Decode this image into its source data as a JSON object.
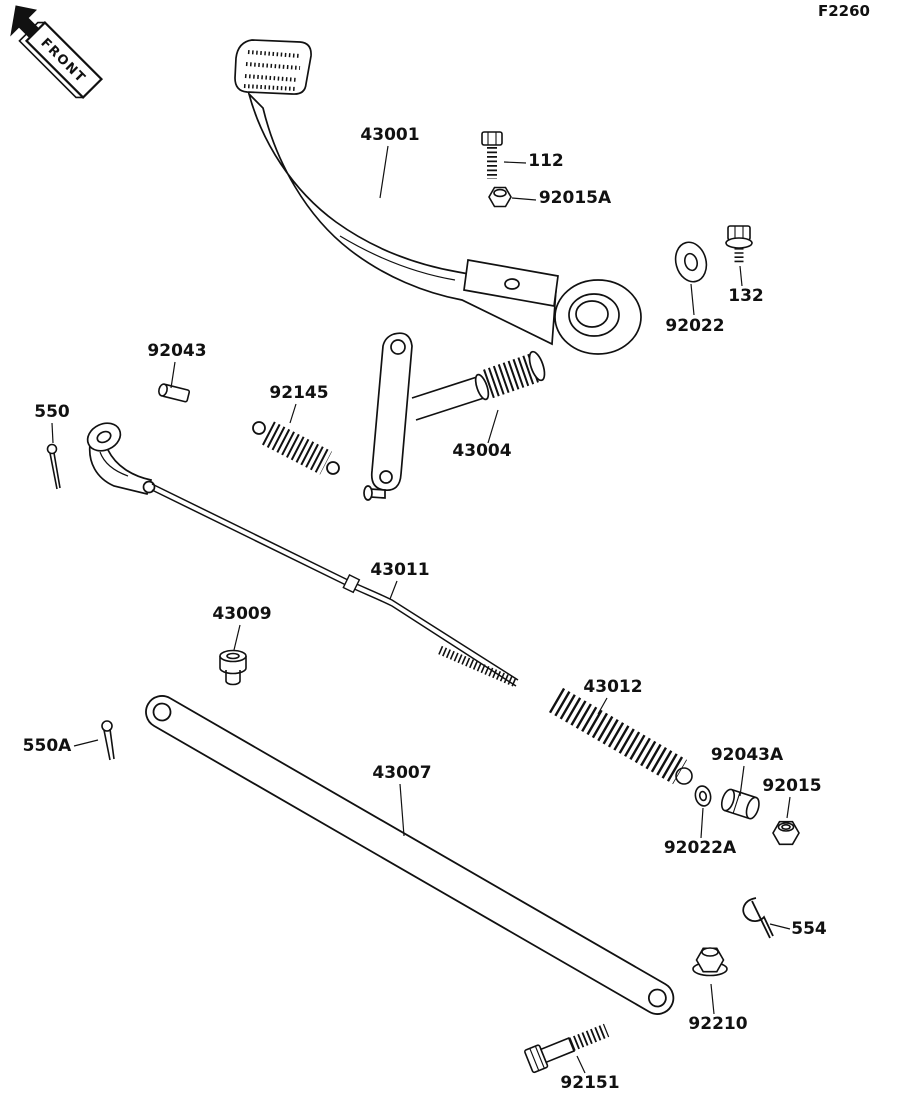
{
  "figure": {
    "code": "F2260",
    "orientation_label": "FRONT"
  },
  "part_labels": {
    "43001": "43001",
    "112": "112",
    "92015A": "92015A",
    "132": "132",
    "92022": "92022",
    "92043": "92043",
    "550": "550",
    "92145": "92145",
    "43004": "43004",
    "43011": "43011",
    "43009": "43009",
    "43012": "43012",
    "550A": "550A",
    "43007": "43007",
    "92043A": "92043A",
    "92015": "92015",
    "92022A": "92022A",
    "554": "554",
    "92210": "92210",
    "92151": "92151"
  },
  "colors": {
    "ink": "#111111",
    "paper": "#ffffff"
  }
}
